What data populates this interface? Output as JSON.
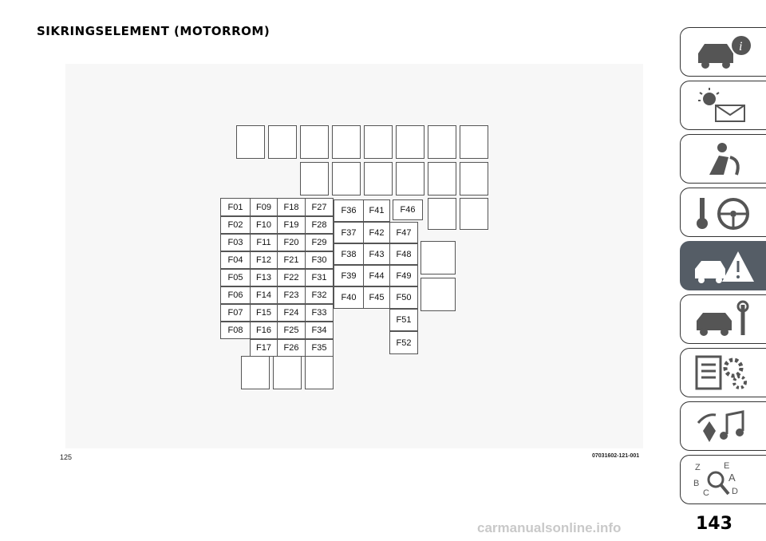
{
  "page": {
    "title": "SIKRINGSELEMENT (MOTORROM)",
    "figure_number": "125",
    "figure_code": "07031602-121-001",
    "page_number": "143",
    "watermark": "carmanualsonline.info"
  },
  "fuses": {
    "col1": [
      "F01",
      "F02",
      "F03",
      "F04",
      "F05",
      "F06",
      "F07",
      "F08"
    ],
    "col2": [
      "F09",
      "F10",
      "F11",
      "F12",
      "F13",
      "F14",
      "F15",
      "F16",
      "F17"
    ],
    "col3": [
      "F18",
      "F19",
      "F20",
      "F21",
      "F22",
      "F23",
      "F24",
      "F25",
      "F26"
    ],
    "col4": [
      "F27",
      "F28",
      "F29",
      "F30",
      "F31",
      "F32",
      "F33",
      "F34",
      "F35"
    ],
    "col5": [
      "F36",
      "F37",
      "F38",
      "F39",
      "F40"
    ],
    "col6": [
      "F41",
      "F42",
      "F43",
      "F44",
      "F45"
    ],
    "col7": [
      "F46",
      "F47",
      "F48",
      "F49",
      "F50",
      "F51",
      "F52"
    ]
  },
  "sidebar": {
    "tabs": [
      {
        "icon": "car-info-icon",
        "active": false
      },
      {
        "icon": "dashboard-warning-lights-icon",
        "active": false
      },
      {
        "icon": "safety-airbag-icon",
        "active": false
      },
      {
        "icon": "starting-driving-icon",
        "active": false
      },
      {
        "icon": "emergency-icon",
        "active": true
      },
      {
        "icon": "maintenance-icon",
        "active": false
      },
      {
        "icon": "technical-data-icon",
        "active": false
      },
      {
        "icon": "multimedia-icon",
        "active": false
      },
      {
        "icon": "index-icon",
        "active": false
      }
    ]
  },
  "colors": {
    "accent_tab": "#555d66",
    "figure_background": "#f7f7f7",
    "line": "#555555"
  }
}
